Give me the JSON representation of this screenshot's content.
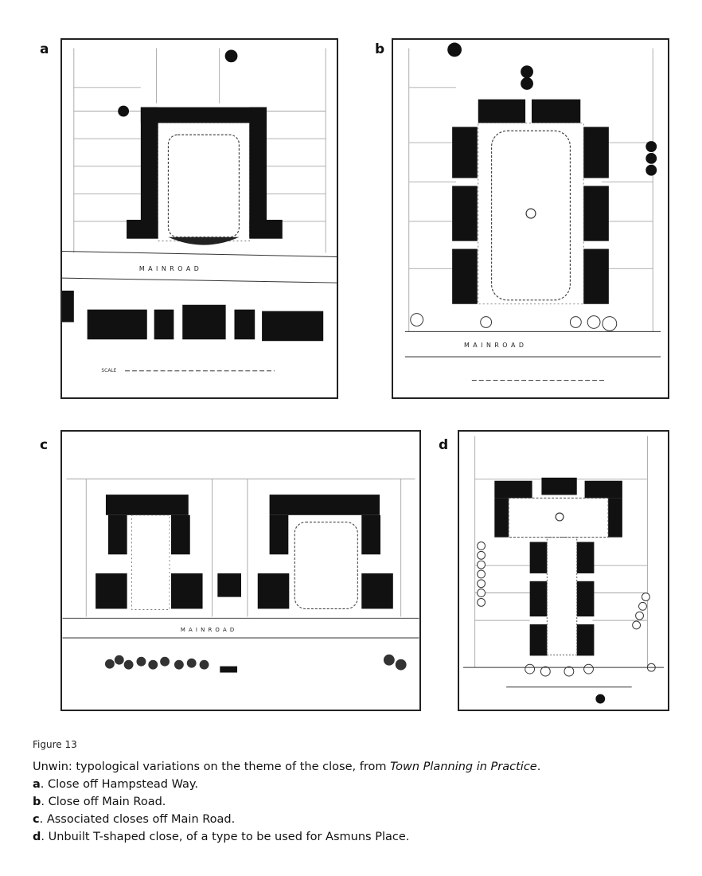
{
  "panels": [
    {
      "letter": "a",
      "road_label": "M A I N      R O A D",
      "scale_label": "SCALE"
    },
    {
      "letter": "b",
      "road_label": "M A I N      R O A D"
    },
    {
      "letter": "c",
      "road_label": "M A I N      R O A D"
    },
    {
      "letter": "d"
    }
  ],
  "figure": {
    "label": "Figure 13",
    "caption_lead": "Unwin: typological variations on the theme of the close, from ",
    "caption_source": "Town Planning in Practice",
    "caption_end": ".",
    "items": [
      {
        "letter": "a",
        "text": ". Close off Hampstead Way."
      },
      {
        "letter": "b",
        "text": ". Close off Main Road."
      },
      {
        "letter": "c",
        "text": ". Associated closes off Main Road."
      },
      {
        "letter": "d",
        "text": ". Unbuilt T-shaped close, of a type to be used for Asmuns Place."
      }
    ]
  }
}
